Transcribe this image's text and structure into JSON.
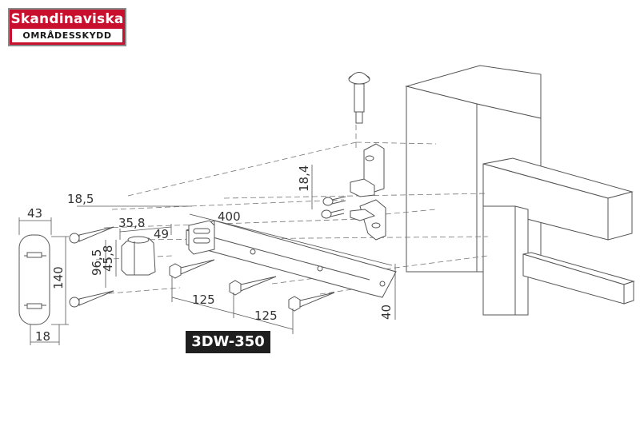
{
  "brand": {
    "line1": "Skandinaviska",
    "line2": "OMRÅDESSKYDD"
  },
  "model": "3DW-350",
  "dimensions": {
    "d_18_5": "18,5",
    "d_43": "43",
    "d_35_8": "35,8",
    "d_49": "49",
    "d_400": "400",
    "d_18_4": "18,4",
    "d_96_5": "96,5",
    "d_45_8": "45,8",
    "d_140": "140",
    "d_18": "18",
    "d_125_a": "125",
    "d_125_b": "125",
    "d_40": "40"
  },
  "colors": {
    "brand_red": "#c8102e",
    "line": "#555555",
    "label_bg": "#1f1f1f"
  }
}
